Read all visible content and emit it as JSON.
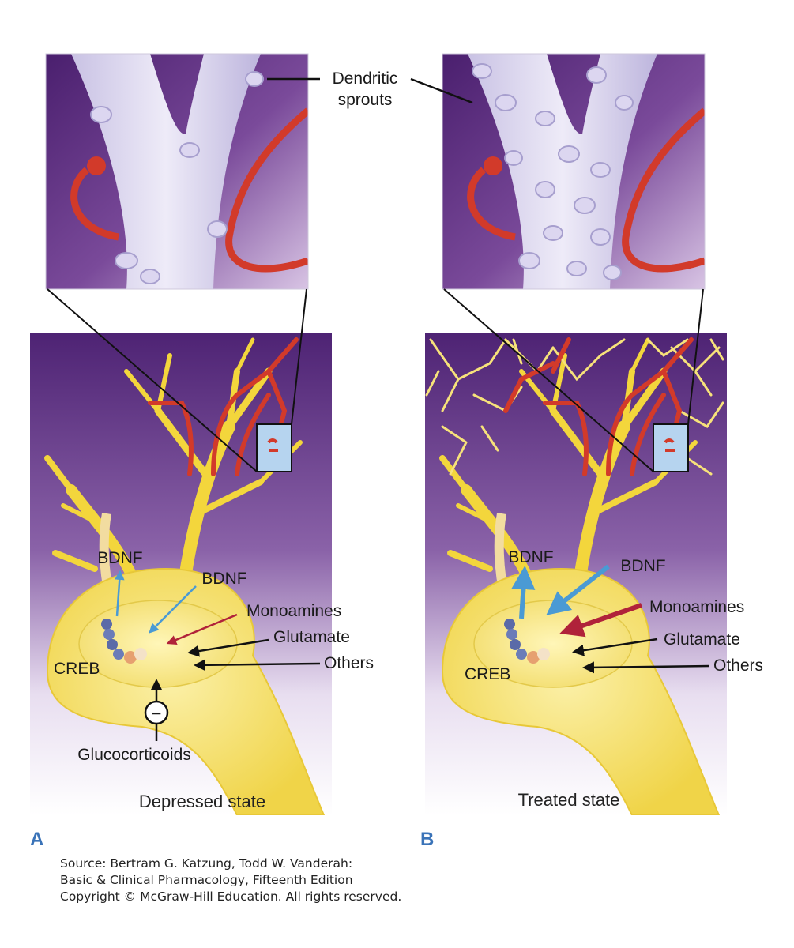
{
  "labels": {
    "dendritic_line1": "Dendritic",
    "dendritic_line2": "sprouts",
    "bdnf": "BDNF",
    "monoamines": "Monoamines",
    "glutamate": "Glutamate",
    "others": "Others",
    "creb": "CREB",
    "glucocorticoids": "Glucocorticoids",
    "minus_sign": "−"
  },
  "panels": {
    "a": {
      "letter": "A",
      "caption": "Depressed state"
    },
    "b": {
      "letter": "B",
      "caption": "Treated state"
    }
  },
  "source": {
    "line1": "Source: Bertram G. Katzung, Todd W. Vanderah:",
    "line2": "Basic & Clinical Pharmacology, Fifteenth Edition",
    "line3": "Copyright © McGraw-Hill Education. All rights reserved."
  },
  "colors": {
    "purple_dark": "#5b2a7e",
    "purple_light": "#c8a8d8",
    "neuron_yellow": "#f6e27a",
    "axon_red": "#d23a2a",
    "bdnf_arrow_blue": "#4a9ad4",
    "monoamine_arrow_red": "#b0223a",
    "dendrite_lavender": "#ddd7ef",
    "letter_blue": "#3a73b8"
  }
}
